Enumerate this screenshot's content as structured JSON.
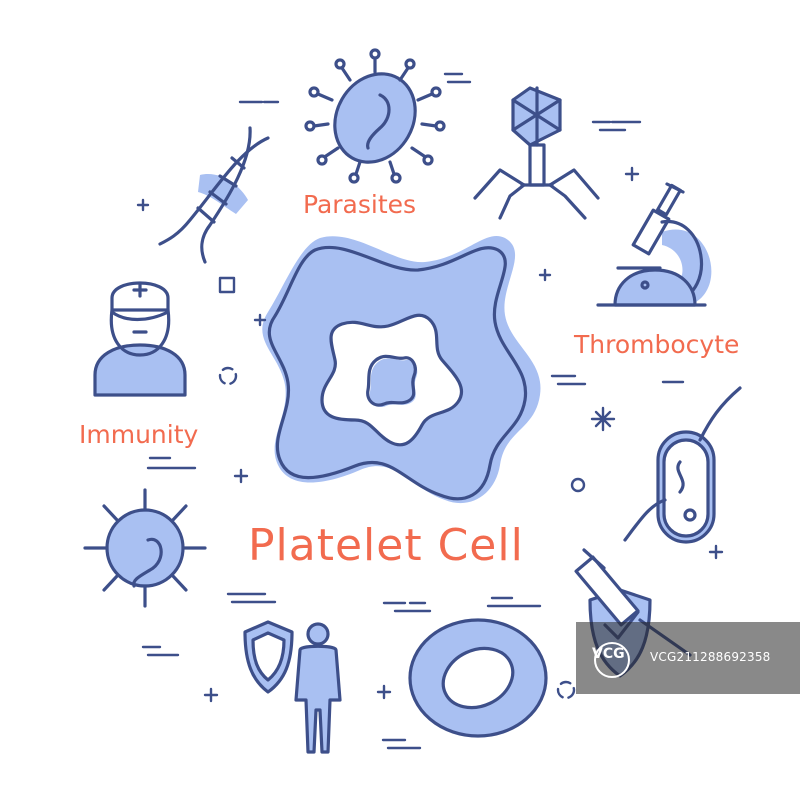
{
  "title": "Platelet Cell",
  "labels": {
    "parasites": "Parasites",
    "thrombocyte": "Thrombocyte",
    "immunity": "Immunity"
  },
  "watermark": {
    "logo_text": "VCG",
    "image_id": "VCG211288692358"
  },
  "icons": [
    "amoeba-icon",
    "virus-parasite-icon",
    "bacteriophage-icon",
    "dna-icon",
    "microscope-icon",
    "nurse-icon",
    "bacterium-icon",
    "germ-icon",
    "shield-person-icon",
    "red-blood-cell-icon",
    "vaccine-syringe-icon"
  ],
  "colors": {
    "line": "#3d4f8a",
    "fill": "#a9c0f2",
    "accent_text": "#f26b4f"
  }
}
